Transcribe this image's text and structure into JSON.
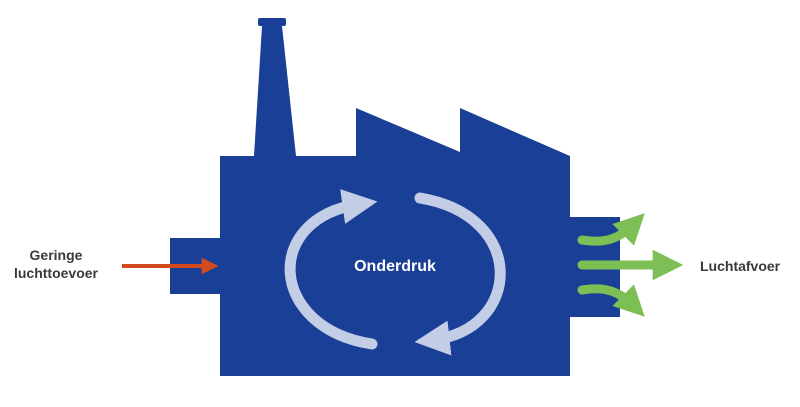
{
  "labels": {
    "intake_line1": "Geringe",
    "intake_line2": "luchttoevoer",
    "exhaust": "Luchtafvoer",
    "center": "Onderdruk"
  },
  "colors": {
    "building": "#1a3f96",
    "circulation": "#c3cee6",
    "intake_arrow": "#d44a1f",
    "exhaust_arrow": "#7dbf55",
    "label_text": "#3a3a3a"
  }
}
